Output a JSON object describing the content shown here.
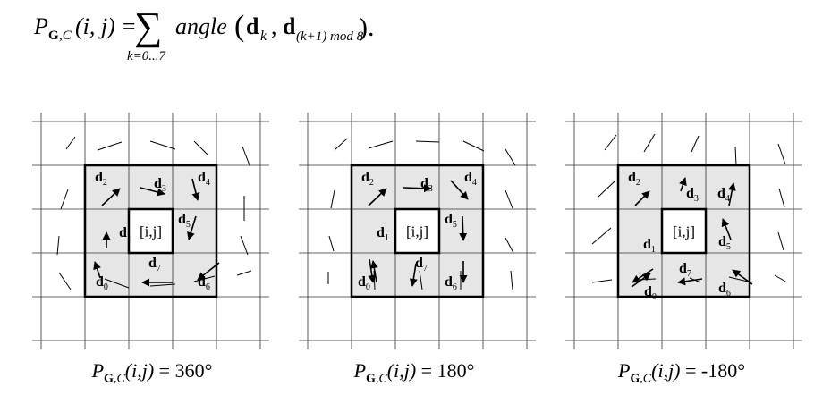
{
  "formula": {
    "lhs_P": "P",
    "lhs_sub_G": "G",
    "lhs_sub_C": ",C",
    "lhs_args": "(i, j) =",
    "sum_symbol": "∑",
    "sum_range": "k=0...7",
    "func": "angle",
    "d1": "d",
    "d1_sub": "k",
    "comma": ",",
    "d2": "d",
    "d2_sub": "(k+1) mod 8",
    "tail": ")."
  },
  "center_label": "[i,j]",
  "direction_labels": [
    "d0",
    "d1",
    "d2",
    "d3",
    "d4",
    "d5",
    "d6",
    "d7"
  ],
  "panels": [
    {
      "caption": {
        "P": "P",
        "sub_G": "G",
        "sub_C": ",C",
        "args": "(i,j)",
        "value": " = 360°"
      },
      "labels": {
        "d0": [
          12,
          129
        ],
        "d1": [
          38,
          74
        ],
        "d2": [
          11,
          12
        ],
        "d3": [
          77,
          19
        ],
        "d4": [
          126,
          12
        ],
        "d5": [
          104,
          59
        ],
        "d6": [
          126,
          129
        ],
        "d7": [
          71,
          108
        ]
      },
      "arrows": [
        [
          17,
          126,
          11,
          108
        ],
        [
          24,
          93,
          24,
          75
        ],
        [
          19,
          45,
          39,
          26
        ],
        [
          62,
          25,
          89,
          32
        ],
        [
          120,
          15,
          126,
          39
        ],
        [
          124,
          57,
          116,
          83
        ],
        [
          150,
          109,
          126,
          128
        ],
        [
          98,
          131,
          64,
          131
        ]
      ],
      "outer_lines": [
        [
          38,
          17,
          28,
          31
        ],
        [
          63,
          32,
          90,
          23
        ],
        [
          122,
          22,
          150,
          31
        ],
        [
          171,
          22,
          186,
          37
        ],
        [
          225,
          28,
          233,
          49
        ],
        [
          30,
          76,
          22,
          98
        ],
        [
          227,
          83,
          227,
          111
        ],
        [
          20,
          128,
          18,
          149
        ],
        [
          223,
          128,
          231,
          149
        ],
        [
          20,
          169,
          33,
          188
        ],
        [
          71,
          176,
          98,
          186
        ],
        [
          122,
          184,
          150,
          182
        ],
        [
          171,
          179,
          194,
          173
        ],
        [
          219,
          172,
          235,
          167
        ]
      ]
    },
    {
      "caption": {
        "P": "P",
        "sub_G": "G",
        "sub_C": ",C",
        "args": "(i,j)",
        "value": " = 180°"
      },
      "labels": {
        "d0": [
          7,
          129
        ],
        "d1": [
          28,
          74
        ],
        "d2": [
          11,
          12
        ],
        "d3": [
          77,
          19
        ],
        "d4": [
          126,
          12
        ],
        "d5": [
          104,
          59
        ],
        "d6": [
          104,
          129
        ],
        "d7": [
          71,
          108
        ]
      },
      "arrows": [
        [
          20,
          105,
          24,
          131
        ],
        [
          28,
          131,
          24,
          107
        ],
        [
          19,
          45,
          39,
          26
        ],
        [
          58,
          25,
          89,
          26
        ],
        [
          111,
          17,
          130,
          38
        ],
        [
          124,
          57,
          125,
          84
        ],
        [
          125,
          107,
          125,
          131
        ],
        [
          72,
          110,
          68,
          135
        ]
      ],
      "outer_lines": [
        [
          30,
          32,
          44,
          19
        ],
        [
          68,
          30,
          95,
          22
        ],
        [
          121,
          22,
          147,
          23
        ],
        [
          174,
          22,
          197,
          33
        ],
        [
          221,
          31,
          232,
          49
        ],
        [
          30,
          77,
          26,
          97
        ],
        [
          221,
          77,
          229,
          97
        ],
        [
          24,
          128,
          29,
          145
        ],
        [
          221,
          130,
          230,
          147
        ],
        [
          23,
          168,
          23,
          182
        ],
        [
          74,
          167,
          75,
          188
        ],
        [
          125,
          167,
          128,
          188
        ],
        [
          171,
          167,
          171,
          188
        ],
        [
          227,
          167,
          229,
          188
        ]
      ]
    },
    {
      "caption": {
        "P": "P",
        "sub_G": "G",
        "sub_C": ",C",
        "args": "(i,j)",
        "value": " = -180°"
      },
      "labels": {
        "d0": [
          29,
          140
        ],
        "d1": [
          28,
          87
        ],
        "d2": [
          11,
          12
        ],
        "d3": [
          76,
          30
        ],
        "d4": [
          111,
          30
        ],
        "d5": [
          112,
          84
        ],
        "d6": [
          112,
          136
        ],
        "d7": [
          68,
          114
        ]
      },
      "arrows": [
        [
          15,
          136,
          36,
          121
        ],
        [
          39,
          116,
          16,
          131
        ],
        [
          19,
          45,
          35,
          29
        ],
        [
          70,
          29,
          75,
          14
        ],
        [
          124,
          45,
          129,
          20
        ],
        [
          126,
          83,
          117,
          60
        ],
        [
          150,
          133,
          128,
          117
        ],
        [
          94,
          127,
          67,
          131
        ]
      ],
      "outer_lines": [
        [
          34,
          32,
          47,
          15
        ],
        [
          78,
          34,
          90,
          14
        ],
        [
          131,
          34,
          139,
          16
        ],
        [
          180,
          28,
          181,
          49
        ],
        [
          228,
          25,
          236,
          48
        ],
        [
          27,
          84,
          45,
          67
        ],
        [
          229,
          75,
          235,
          96
        ],
        [
          20,
          137,
          41,
          119
        ],
        [
          228,
          124,
          234,
          144
        ],
        [
          20,
          180,
          42,
          177
        ],
        [
          72,
          177,
          91,
          176
        ],
        [
          129,
          175,
          141,
          180
        ],
        [
          173,
          174,
          194,
          179
        ],
        [
          224,
          172,
          238,
          180
        ]
      ]
    }
  ]
}
